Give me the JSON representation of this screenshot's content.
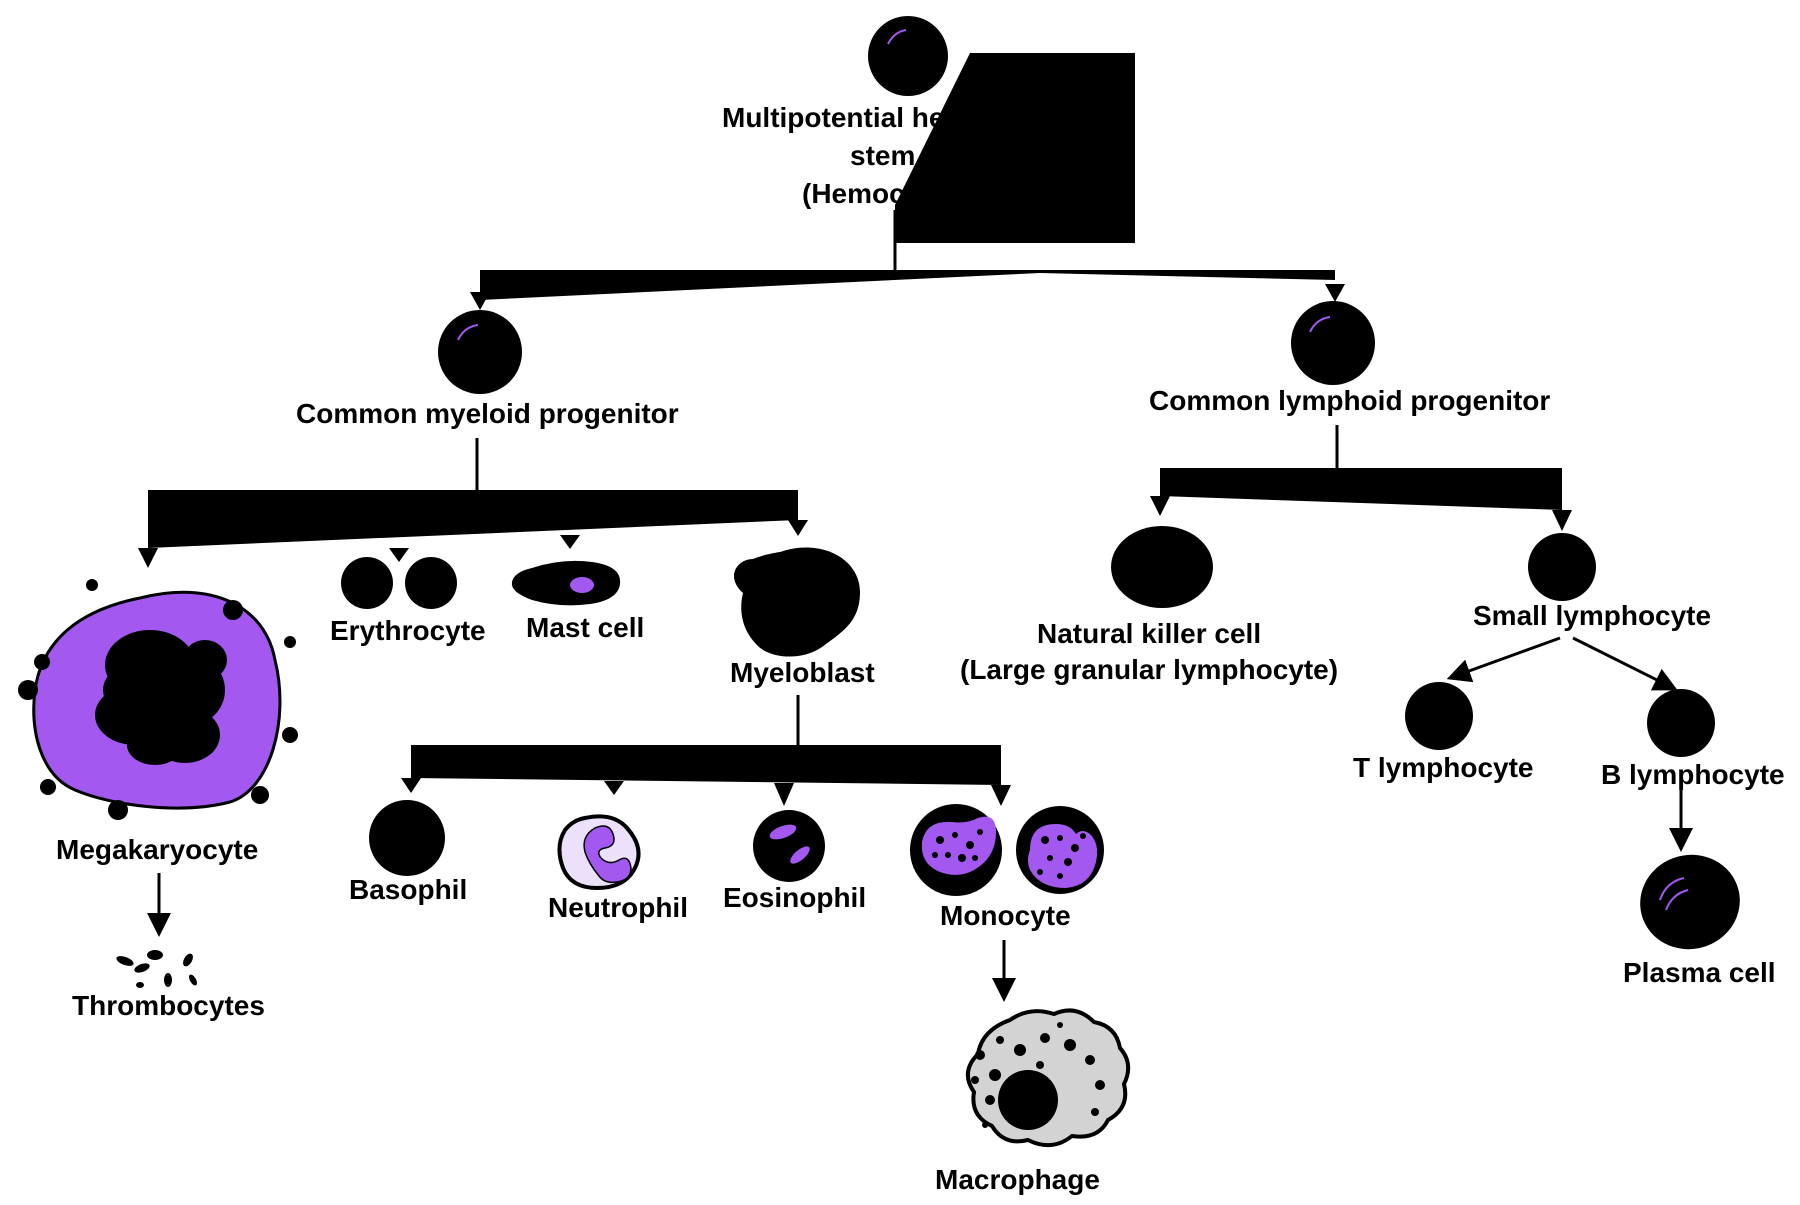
{
  "colors": {
    "ink": "#000000",
    "purple": "#a359f0",
    "light_purple": "#d9c4f2",
    "grey": "#d3d3d3",
    "background": "#ffffff"
  },
  "labels": {
    "hsc_line1": "Multipotential he",
    "hsc_line2": "stem",
    "hsc_line3": "(Hemoc",
    "myeloid_progenitor": "Common myeloid progenitor",
    "lymphoid_progenitor": "Common lymphoid progenitor",
    "megakaryocyte": "Megakaryocyte",
    "thrombocytes": "Thrombocytes",
    "erythrocyte": "Erythrocyte",
    "mast_cell": "Mast cell",
    "myeloblast": "Myeloblast",
    "basophil": "Basophil",
    "neutrophil": "Neutrophil",
    "eosinophil": "Eosinophil",
    "monocyte": "Monocyte",
    "macrophage": "Macrophage",
    "nk_line1": "Natural killer cell",
    "nk_line2": "(Large granular lymphocyte)",
    "small_lymphocyte": "Small lymphocyte",
    "t_lymphocyte": "T lymphocyte",
    "b_lymphocyte": "B lymphocyte",
    "plasma_cell": "Plasma cell"
  },
  "icons": [
    "stem-cell-icon",
    "myeloid-progenitor-icon",
    "lymphoid-progenitor-icon",
    "megakaryocyte-icon",
    "thrombocytes-icon",
    "erythrocyte-icon",
    "mast-cell-icon",
    "myeloblast-icon",
    "basophil-icon",
    "neutrophil-icon",
    "eosinophil-icon",
    "monocyte-icon",
    "macrophage-icon",
    "nk-cell-icon",
    "small-lymphocyte-icon",
    "t-lymphocyte-icon",
    "b-lymphocyte-icon",
    "plasma-cell-icon"
  ]
}
